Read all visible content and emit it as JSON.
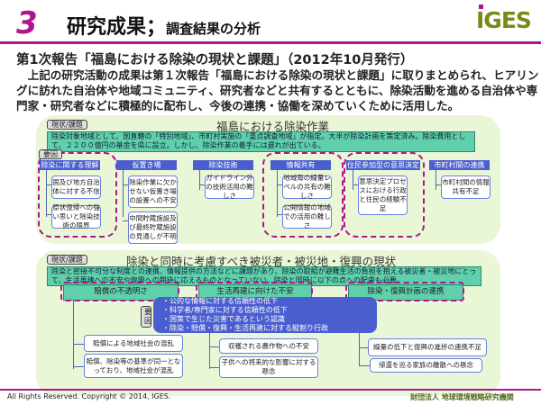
{
  "header": {
    "number": "3",
    "title_main": "研究成果",
    "title_sep": "；",
    "title_sub": "調査結果の分析",
    "logo": "IGES"
  },
  "subtitle": "第1次報告「福島における除染の現状と課題」（2012年10月発行）",
  "body": "　上記の研究活動の成果は第１次報告「福島における除染の現状と課題」に取りまとめられ、ヒアリングに訪れた自治体や地域コミュニティ、研究者などと共有するとともに、除染活動を進める自治体や専門家・研究者などに積極的に配布し、今後の連携・協働を深めていくために活用した。",
  "upper": {
    "title": "福島における除染作業",
    "tab": "現状/課題",
    "status": "除染対象地域として、国直轄の「特別地域」、市町村実施の「重点調査地域」が指定。大半が除染計画を策定済み。除染費用として、２２００億円の基金を県に設立。しかし、除染作業の着手には遅れが出ている。",
    "factor_tab": "要因",
    "categories": [
      {
        "label": "除染に関する理解",
        "items": [
          "国及び地方自治体に対する不信",
          "原状復帰への強い思いと除染技術の限界"
        ]
      },
      {
        "label": "仮置き場",
        "items": [
          "除染作業に欠かせない仮置き場の設置への不安",
          "中間貯蔵施設及び最終貯蔵施設の見通しが不明"
        ]
      },
      {
        "label": "除染技術",
        "items": [
          "ガイドライン外の技術活用の難しさ"
        ]
      },
      {
        "label": "情報共有",
        "items": [
          "地域毎の線量レベルの共有の難しさ",
          "公開情報の地域での活用の難しさ"
        ]
      },
      {
        "label": "住民参加型の意思決定",
        "items": [
          "意思決定プロセスにおける行政と住民の経験不足"
        ]
      },
      {
        "label": "市町村間の連携",
        "items": [
          "市町村間の情報共有不足"
        ]
      }
    ]
  },
  "lower": {
    "title": "除染と同時に考慮すべき被災者・被災地・復興の現状",
    "tab": "現状/課題",
    "status": "除染と密接不可分な制度との連携、情報提供の方法などに課題があり、除染の取組が避難生活の負担を抱える被災者・被災地にとって、生活再建への不安や復興への期待に応えるものとなっていない。除染と同時に以下の点への配慮も必要。",
    "issues": [
      "賠償の不透明さ",
      "生活再建に向けた不安",
      "除染・復興計画の連携"
    ],
    "factor_tab": "要因",
    "factors": [
      "・公的な情報に対する信頼性の低下",
      "・科学者/専門家に対する信頼性の低下",
      "・国策で生じた災害であるという認識",
      "・除染・賠償・復興・生活再建に対する縦割り行政"
    ],
    "items": [
      [
        "賠償による地域社会の混乱",
        "賠償、除染等の基準が同一となっており、地域社会が混乱"
      ],
      [
        "収穫される農作物への不安",
        "子供への将来的な影響に対する懸念"
      ],
      [
        "線量の低下と復興の進捗の連携不足",
        "帰還を巡る家族の離散への懸念"
      ]
    ]
  },
  "footer": {
    "copyright": "All Rights Reserved. Copyright © 2014, IGES.",
    "org": "財団法人 地球環境戦略研究機関"
  }
}
